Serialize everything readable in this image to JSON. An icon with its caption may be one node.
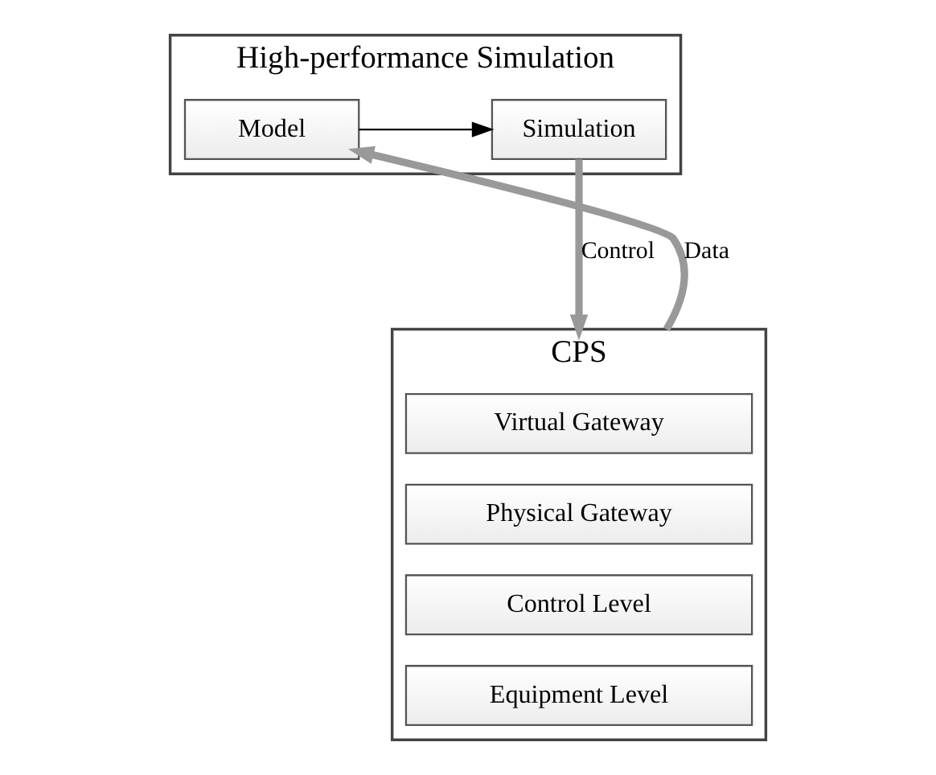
{
  "diagram": {
    "nodes": [
      {
        "text": [
          "High-performance Simulation"
        ]
      },
      {
        "text": [
          "Model"
        ],
        "in": 0
      },
      {
        "text": [
          "Simulation"
        ],
        "in": 0
      },
      {
        "text": [
          "CPS"
        ]
      },
      {
        "text": [
          "Virtual Gateway"
        ],
        "in": 3
      },
      {
        "text": [
          "Physical Gateway"
        ],
        "in": 3
      },
      {
        "text": [
          "Control Level"
        ],
        "in": 3
      },
      {
        "text": [
          "Equipment Level"
        ],
        "in": 3
      }
    ],
    "edges": [
      {
        "from": 1,
        "to": 2,
        "arrow": "to",
        "color": "#000000"
      },
      {
        "from": 2,
        "to": 3,
        "arrow": "to",
        "label": "Control"
      },
      {
        "from": 3,
        "to": 1,
        "arrow": "to",
        "label": "Data"
      }
    ]
  }
}
